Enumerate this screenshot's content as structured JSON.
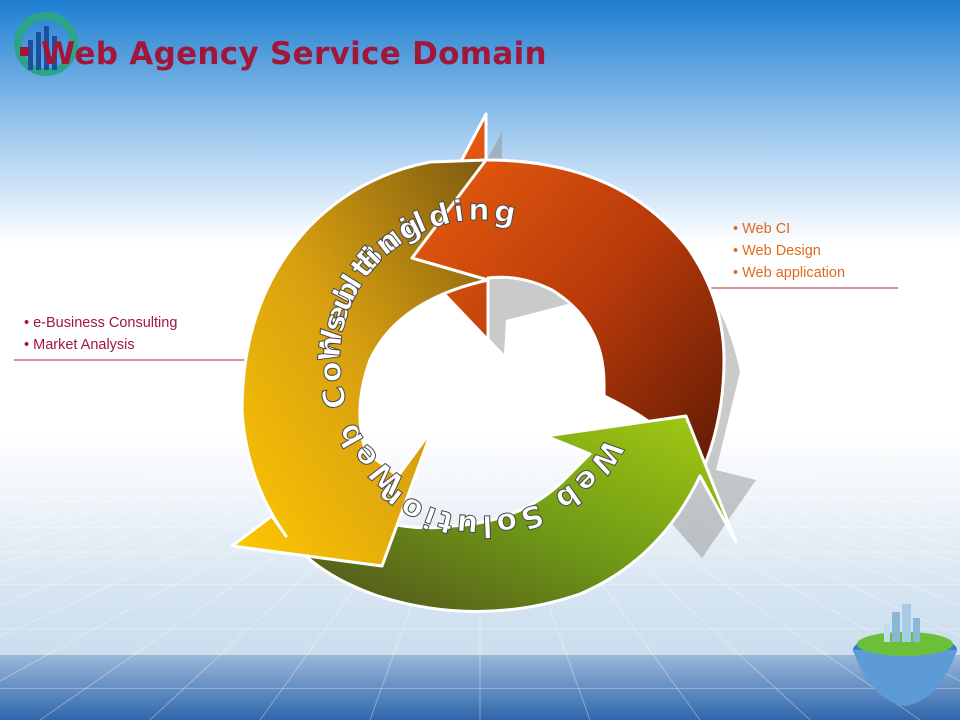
{
  "slide": {
    "title": "Web Agency Service Domain"
  },
  "cycle": {
    "segments": [
      {
        "label": "Web Building",
        "color_start": "#f0620f",
        "color_end": "#6a1d06"
      },
      {
        "label": "Web Solution",
        "color_start": "#a2c81c",
        "color_end": "#5a4a1a"
      },
      {
        "label": "Web Consulting",
        "color_start": "#ffcc00",
        "color_end": "#8c6010"
      }
    ]
  },
  "callouts": {
    "right": {
      "items": [
        "Web CI",
        "Web Design",
        "Web application"
      ],
      "color": "#e06a1c"
    },
    "left": {
      "items": [
        "e-Business Consulting",
        "Market Analysis"
      ],
      "color": "#a2163a"
    }
  },
  "colors": {
    "accent": "#a2163a",
    "sky_top": "#1e7ed0",
    "floor": "#3a72b8"
  },
  "icons": {
    "top_left": "bar-chart-logo-icon",
    "bottom_right": "floating-city-island-icon"
  }
}
